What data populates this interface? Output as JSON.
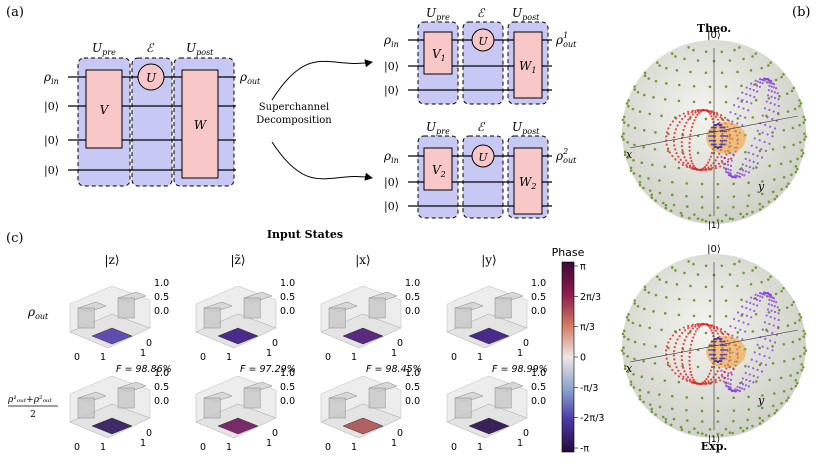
{
  "panel_labels": {
    "a": "(a)",
    "b": "(b)",
    "c": "(c)"
  },
  "circuit_main": {
    "u_pre": "U",
    "u_pre_sub": "pre",
    "channel": "ℰ",
    "u_post": "U",
    "u_post_sub": "post",
    "rho_in": "ρ",
    "rho_in_sub": "in",
    "rho_out": "ρ",
    "rho_out_sub": "out",
    "ket0": "|0⟩",
    "gate_v": "V",
    "gate_u": "U",
    "gate_w": "W"
  },
  "arrow_text": {
    "line1": "Superchannel",
    "line2": "Decomposition"
  },
  "circuit_1": {
    "gate_v": "V",
    "v_sub": "1",
    "gate_w": "W",
    "w_sub": "1",
    "out": "ρ",
    "out_sup": "1",
    "out_sub": "out"
  },
  "circuit_2": {
    "gate_v": "V",
    "v_sub": "2",
    "gate_w": "W",
    "w_sub": "2",
    "out": "ρ",
    "out_sup": "2",
    "out_sub": "out"
  },
  "panel_c": {
    "title": "Input States",
    "col_labels": [
      "|z⟩",
      "|z̃⟩",
      "|x⟩",
      "|y⟩"
    ],
    "row1_label": "ρ",
    "row1_sub": "out",
    "row2_num": "ρ¹ₒᵤₜ+ρ²ₒᵤₜ",
    "row2_den": "2",
    "z_ticks": [
      "1.0",
      "0.5",
      "0.0"
    ],
    "axis_ticks": [
      "0",
      "1"
    ],
    "fidelities": [
      "F = 98.86%",
      "F = 97.29%",
      "F = 98.45%",
      "F = 98.99%"
    ]
  },
  "colorbar": {
    "title": "Phase",
    "ticks": [
      "π",
      "2π/3",
      "π/3",
      "0",
      "-π/3",
      "-2π/3",
      "-π"
    ]
  },
  "panel_b": {
    "top_title": "Theo.",
    "bottom_title": "Exp.",
    "ket0": "|0⟩",
    "ket1": "|1⟩",
    "x_axis": "x",
    "y_axis": "y"
  },
  "colors": {
    "gate_fill": "#f8c8c8",
    "box_fill": "#c8c8f4",
    "ellipsoid_red": "#dd2222",
    "ellipsoid_purple": "#8a3ee0",
    "ellipsoid_orange": "#f0a030",
    "sphere_dots": "#6f9b3a"
  }
}
